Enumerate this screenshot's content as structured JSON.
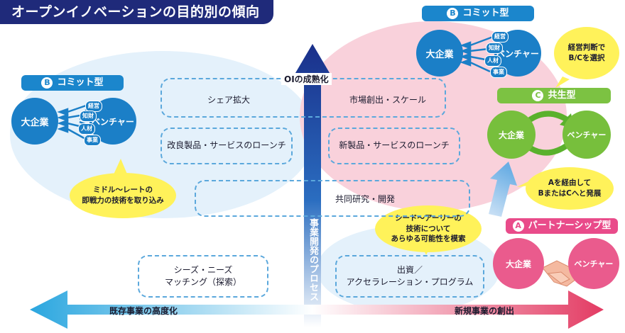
{
  "title": "オープンイノベーションの目的別の傾向",
  "commit_type": {
    "label": "コミット型",
    "badge": "B",
    "big_company": "大企業",
    "venture": "ベンチャー",
    "tags": [
      "経営",
      "知財",
      "人材",
      "事業"
    ]
  },
  "symbiosis_type": {
    "label": "共生型",
    "badge": "C",
    "big_company": "大企業",
    "venture": "ベンチャー"
  },
  "partnership_type": {
    "label": "パートナーシップ型",
    "badge": "A",
    "big_company": "大企業",
    "venture": "ベンチャー"
  },
  "bubbles": {
    "left": "ミドル～レートの\n即戦力の技術を取り込み",
    "top_right": "経営判断で\nB/Cを選択",
    "mid_right": "Aを経由して\nBまたはCへと発展",
    "seed": "シード～アーリーの\n技術について\nあらゆる可能性を模索"
  },
  "boxes": {
    "share": "シェア拡大",
    "market": "市場創出・スケール",
    "improved": "改良製品・サービスのローンチ",
    "new_product": "新製品・サービスのローンチ",
    "joint": "共同研究・開発",
    "seeds": "シーズ・ニーズ\nマッチング（探索）",
    "investment": "出資／\nアクセラレーション・プログラム"
  },
  "axes": {
    "vertical_top": "OIの成熟化",
    "vertical": "事業開発のプロセス",
    "left": "既存事業の高度化",
    "right": "新規事業の創出"
  },
  "colors": {
    "navy": "#1f2a7a",
    "blue": "#1b7fc7",
    "green": "#77bf3c",
    "pink": "#ea5b8d",
    "yellow": "#fff25a"
  }
}
